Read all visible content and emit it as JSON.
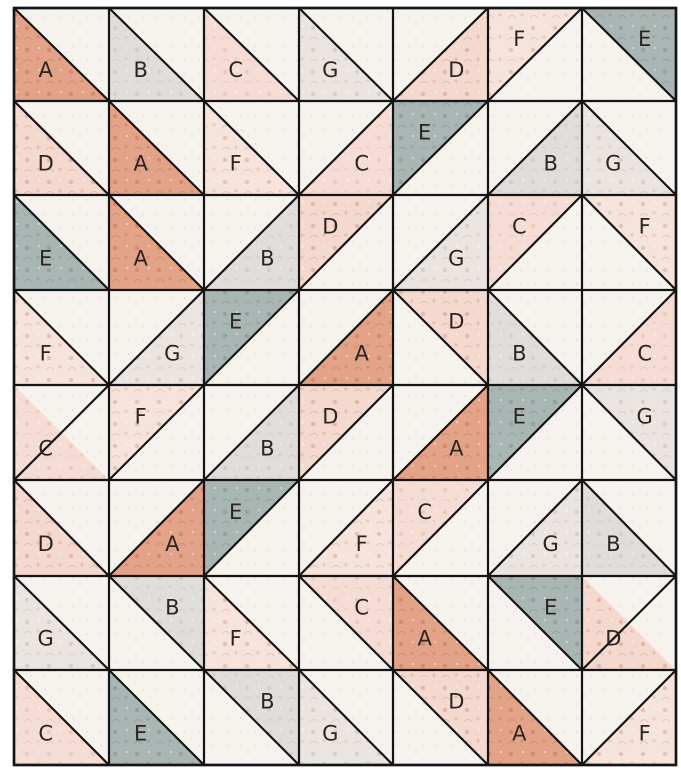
{
  "quilt": {
    "background_fabric": "#f6f3ee",
    "fabrics": {
      "A": {
        "color": "#e3a388",
        "pattern": "#c9735a"
      },
      "B": {
        "color": "#e1dddb",
        "pattern": "#c9c2bf"
      },
      "C": {
        "color": "#f5ddd5",
        "pattern": "#e9b9ab"
      },
      "D": {
        "color": "#f4d9cf",
        "pattern": "#d79c8d"
      },
      "E": {
        "color": "#a9b6b3",
        "pattern": "#7f928e"
      },
      "F": {
        "color": "#f6e3db",
        "pattern": "#dca697"
      },
      "G": {
        "color": "#ebe5e2",
        "pattern": "#c9bfbb"
      }
    },
    "rows": [
      [
        {
          "letter": "A",
          "diag": "main",
          "fabric": "bl"
        },
        {
          "letter": "B",
          "diag": "main",
          "fabric": "bl"
        },
        {
          "letter": "C",
          "diag": "main",
          "fabric": "bl"
        },
        {
          "letter": "G",
          "diag": "main",
          "fabric": "bl"
        },
        {
          "letter": "D",
          "diag": "anti",
          "fabric": "br"
        },
        {
          "letter": "F",
          "diag": "anti",
          "fabric": "tl"
        },
        {
          "letter": "E",
          "diag": "main",
          "fabric": "tr"
        }
      ],
      [
        {
          "letter": "D",
          "diag": "main",
          "fabric": "bl"
        },
        {
          "letter": "A",
          "diag": "main",
          "fabric": "bl"
        },
        {
          "letter": "F",
          "diag": "main",
          "fabric": "bl"
        },
        {
          "letter": "C",
          "diag": "anti",
          "fabric": "br"
        },
        {
          "letter": "E",
          "diag": "anti",
          "fabric": "tl"
        },
        {
          "letter": "B",
          "diag": "anti",
          "fabric": "br"
        },
        {
          "letter": "G",
          "diag": "main",
          "fabric": "bl"
        }
      ],
      [
        {
          "letter": "E",
          "diag": "main",
          "fabric": "bl"
        },
        {
          "letter": "A",
          "diag": "main",
          "fabric": "bl"
        },
        {
          "letter": "B",
          "diag": "anti",
          "fabric": "br"
        },
        {
          "letter": "D",
          "diag": "anti",
          "fabric": "tl"
        },
        {
          "letter": "G",
          "diag": "anti",
          "fabric": "br"
        },
        {
          "letter": "C",
          "diag": "anti",
          "fabric": "tl"
        },
        {
          "letter": "F",
          "diag": "main",
          "fabric": "tr"
        }
      ],
      [
        {
          "letter": "F",
          "diag": "main",
          "fabric": "bl"
        },
        {
          "letter": "G",
          "diag": "anti",
          "fabric": "br"
        },
        {
          "letter": "E",
          "diag": "anti",
          "fabric": "tl"
        },
        {
          "letter": "A",
          "diag": "anti",
          "fabric": "br"
        },
        {
          "letter": "D",
          "diag": "main",
          "fabric": "tr"
        },
        {
          "letter": "B",
          "diag": "main",
          "fabric": "bl"
        },
        {
          "letter": "C",
          "diag": "anti",
          "fabric": "br"
        }
      ],
      [
        {
          "letter": "C",
          "diag": "anti",
          "fabric": "bl"
        },
        {
          "letter": "F",
          "diag": "anti",
          "fabric": "tl"
        },
        {
          "letter": "B",
          "diag": "anti",
          "fabric": "br"
        },
        {
          "letter": "D",
          "diag": "anti",
          "fabric": "tl"
        },
        {
          "letter": "A",
          "diag": "anti",
          "fabric": "br"
        },
        {
          "letter": "E",
          "diag": "anti",
          "fabric": "tl"
        },
        {
          "letter": "G",
          "diag": "main",
          "fabric": "tr"
        }
      ],
      [
        {
          "letter": "D",
          "diag": "main",
          "fabric": "bl"
        },
        {
          "letter": "A",
          "diag": "anti",
          "fabric": "br"
        },
        {
          "letter": "E",
          "diag": "anti",
          "fabric": "tl"
        },
        {
          "letter": "F",
          "diag": "anti",
          "fabric": "br"
        },
        {
          "letter": "C",
          "diag": "anti",
          "fabric": "tl"
        },
        {
          "letter": "G",
          "diag": "anti",
          "fabric": "br"
        },
        {
          "letter": "B",
          "diag": "main",
          "fabric": "bl"
        }
      ],
      [
        {
          "letter": "G",
          "diag": "main",
          "fabric": "bl"
        },
        {
          "letter": "B",
          "diag": "main",
          "fabric": "tr"
        },
        {
          "letter": "F",
          "diag": "main",
          "fabric": "bl"
        },
        {
          "letter": "C",
          "diag": "main",
          "fabric": "tr"
        },
        {
          "letter": "A",
          "diag": "main",
          "fabric": "bl"
        },
        {
          "letter": "E",
          "diag": "main",
          "fabric": "tr"
        },
        {
          "letter": "D",
          "diag": "anti",
          "fabric": "bl"
        }
      ],
      [
        {
          "letter": "C",
          "diag": "main",
          "fabric": "bl"
        },
        {
          "letter": "E",
          "diag": "main",
          "fabric": "bl"
        },
        {
          "letter": "B",
          "diag": "main",
          "fabric": "tr"
        },
        {
          "letter": "G",
          "diag": "main",
          "fabric": "bl"
        },
        {
          "letter": "D",
          "diag": "main",
          "fabric": "tr"
        },
        {
          "letter": "A",
          "diag": "main",
          "fabric": "bl"
        },
        {
          "letter": "F",
          "diag": "anti",
          "fabric": "br"
        }
      ]
    ]
  }
}
